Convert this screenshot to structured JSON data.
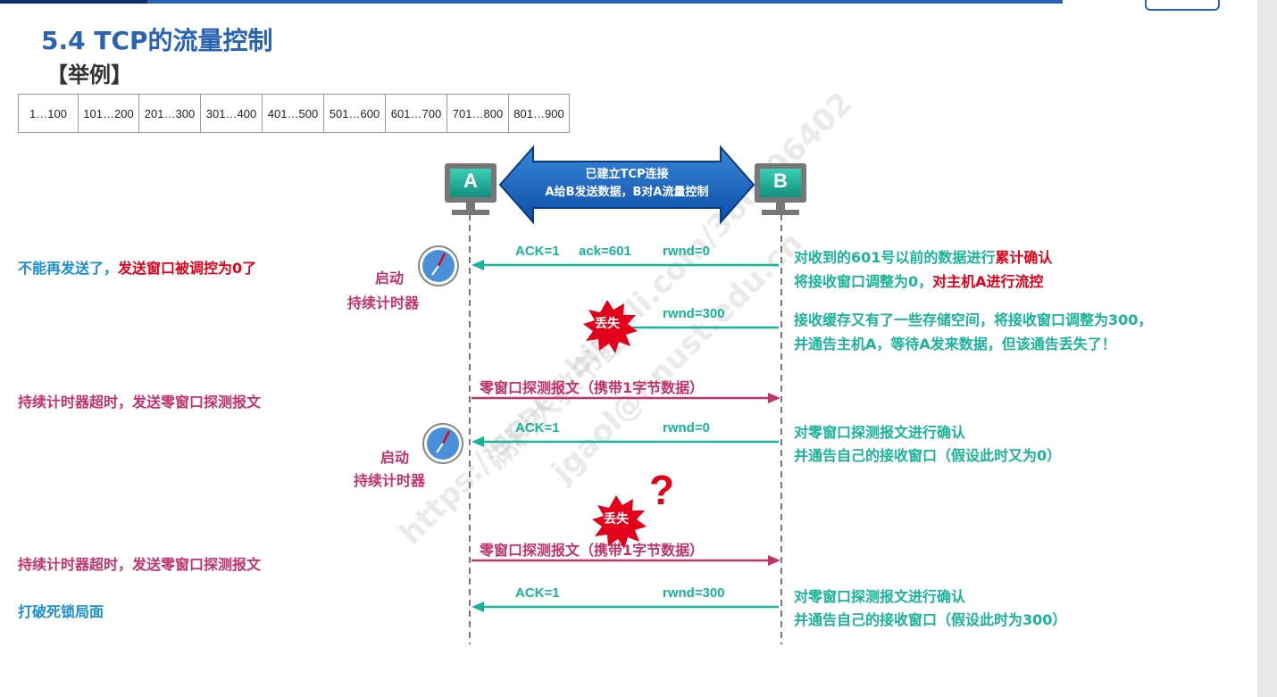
{
  "title": "5.4 TCP的流量控制",
  "subtitle": "【举例】",
  "byte_segments": [
    "1…100",
    "101…200",
    "201…300",
    "301…400",
    "401…500",
    "501…600",
    "601…700",
    "701…800",
    "801…900"
  ],
  "hosts": {
    "a": "A",
    "b": "B"
  },
  "connection": {
    "line1": "已建立TCP连接",
    "line2": "A给B发送数据，B对A流量控制"
  },
  "messages": [
    {
      "ack": "ACK=1",
      "acknum": "ack=601",
      "rwnd": "rwnd=0"
    },
    {
      "rwnd": "rwnd=300",
      "lost": "丢失"
    },
    {
      "text": "零窗口探测报文（携带1字节数据）"
    },
    {
      "ack": "ACK=1",
      "rwnd": "rwnd=0"
    },
    {
      "lost": "丢失",
      "question": "?"
    },
    {
      "text": "零窗口探测报文（携带1字节数据）"
    },
    {
      "ack": "ACK=1",
      "rwnd": "rwnd=300"
    }
  ],
  "left_notes": {
    "n1a": "不能再发送了，",
    "n1b": "发送窗口被调控为0了",
    "n2": "持续计时器超时，发送零窗口探测报文",
    "n3": "持续计时器超时，发送零窗口探测报文",
    "n4": "打破死锁局面"
  },
  "timer": {
    "line1": "启动",
    "line2": "持续计时器"
  },
  "right_notes": {
    "r1a": "对收到的601号以前的数据进行",
    "r1b": "累计确认",
    "r2a": "将接收窗口调整为0，",
    "r2b": "对主机A进行流控",
    "r3": "接收缓存又有了一些存储空间，将接收窗口调整为300，",
    "r4": "并通告主机A，等待A发来数据，但该通告丢失了！",
    "r5": "对零窗口探测报文进行确认",
    "r6": "并通告自己的接收窗口（假设此时又为0）",
    "r7": "对零窗口探测报文进行确认",
    "r8": "并通告自己的接收窗口（假设此时为300）"
  },
  "watermarks": [
    "湖科大教书匠",
    "https://space.bilibili.com/360996402",
    "jgaol@hnust.edu.cn"
  ],
  "colors": {
    "teal": "#19b39a",
    "pink": "#c0336b",
    "blue": "#1a8fd0",
    "red": "#e2001a",
    "brand": "#2a62b4"
  }
}
